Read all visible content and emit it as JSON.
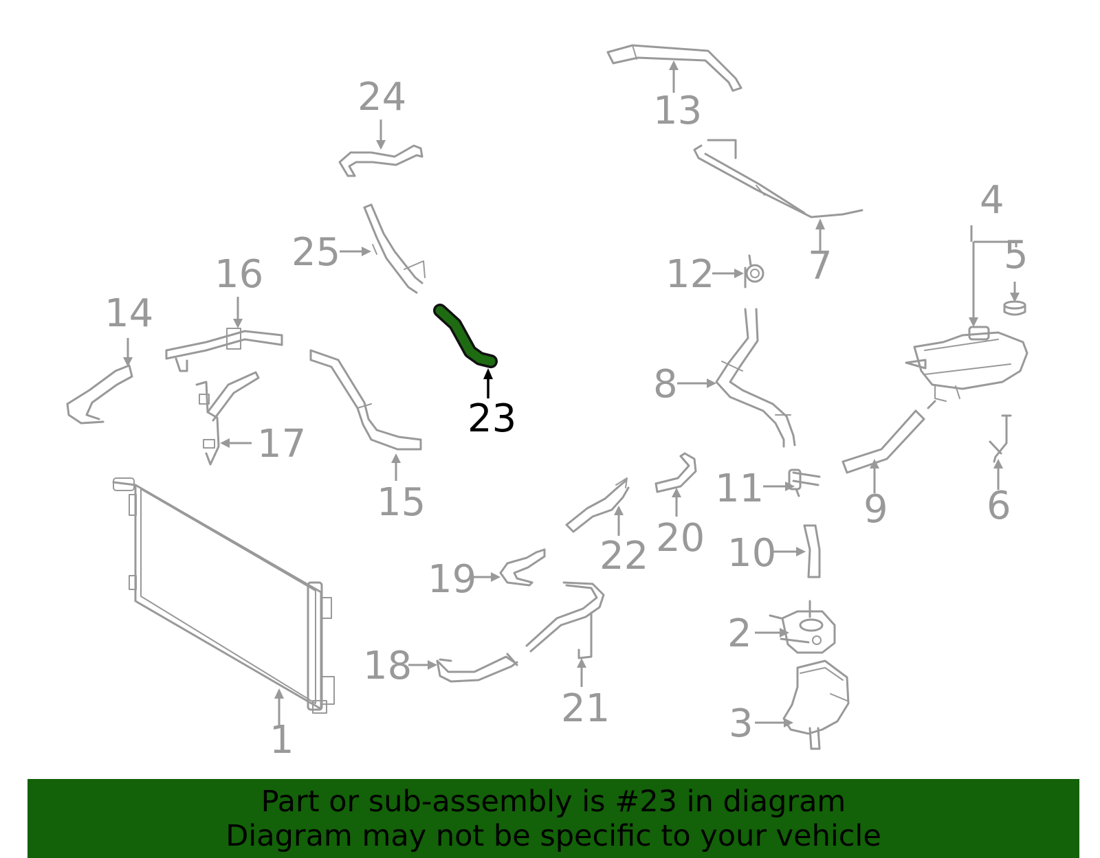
{
  "colors": {
    "part_stroke": "#999999",
    "label_gray": "#999999",
    "highlight": "#1e6b12",
    "banner_bg": "#136108",
    "active_label": "#000000"
  },
  "highlighted_part": "23",
  "labels": {
    "p1": "1",
    "p2": "2",
    "p3": "3",
    "p4": "4",
    "p5": "5",
    "p6": "6",
    "p7": "7",
    "p8": "8",
    "p9": "9",
    "p10": "10",
    "p11": "11",
    "p12": "12",
    "p13": "13",
    "p14": "14",
    "p15": "15",
    "p16": "16",
    "p17": "17",
    "p18": "18",
    "p19": "19",
    "p20": "20",
    "p21": "21",
    "p22": "22",
    "p23": "23",
    "p24": "24",
    "p25": "25"
  },
  "banner": {
    "line1": "Part or sub-assembly is #23 in diagram",
    "line2": "Diagram may not be specific to your vehicle"
  }
}
